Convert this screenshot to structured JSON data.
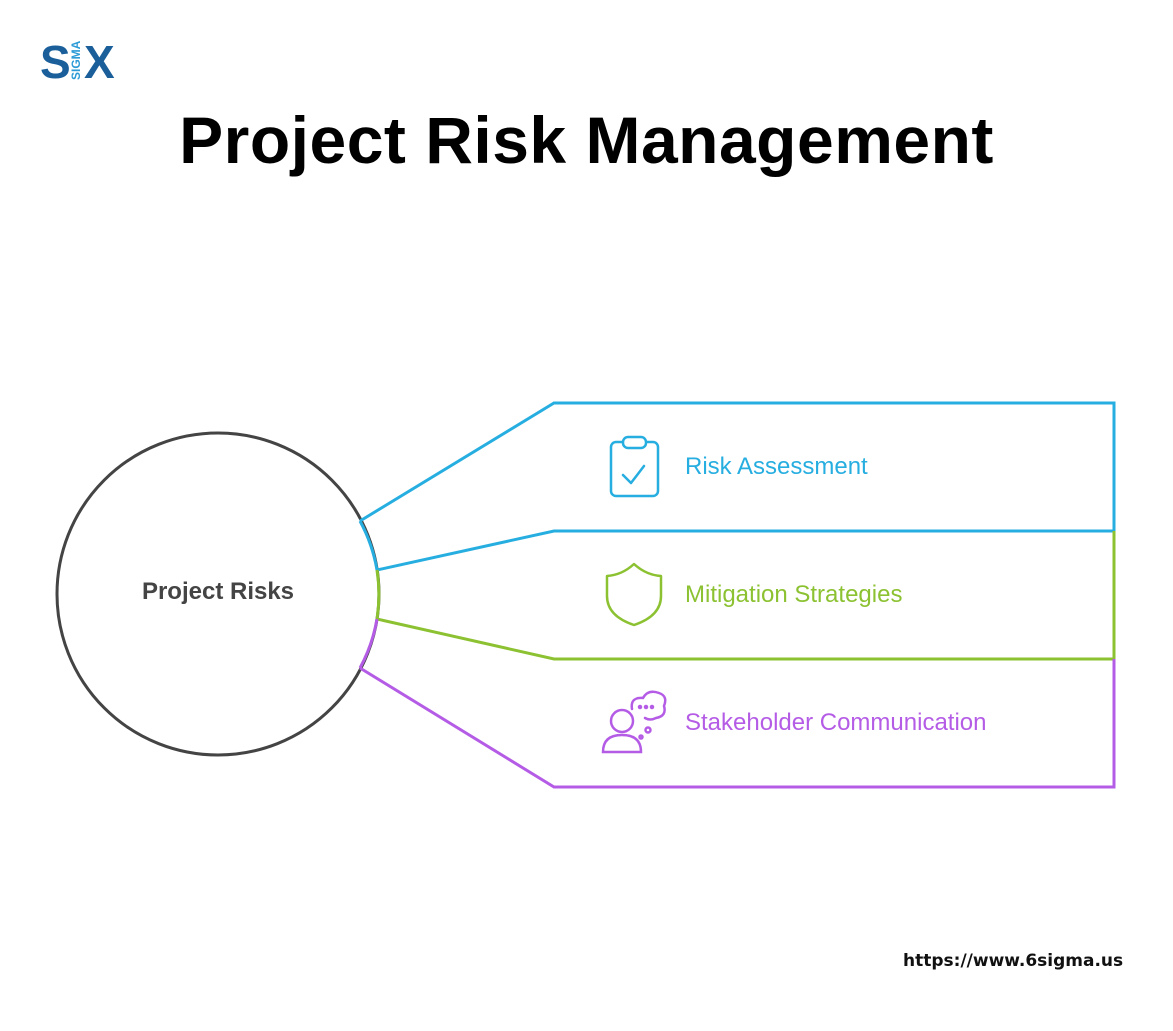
{
  "brand": {
    "logo_letters": [
      "S",
      "X"
    ],
    "logo_sub": "SIGMA",
    "colors": {
      "dark": "#1a5f9a",
      "light": "#2c9bd6"
    }
  },
  "title": "Project Risk Management",
  "diagram": {
    "center": {
      "label": "Project Risks",
      "stroke": "#444444"
    },
    "branches": [
      {
        "label": "Risk Assessment",
        "icon": "clipboard-check-icon",
        "color": "#27aee0"
      },
      {
        "label": "Mitigation Strategies",
        "icon": "shield-icon",
        "color": "#8cc232"
      },
      {
        "label": "Stakeholder Communication",
        "icon": "person-chat-icon",
        "color": "#b55ce6"
      }
    ]
  },
  "footer": {
    "url": "https://www.6sigma.us"
  }
}
